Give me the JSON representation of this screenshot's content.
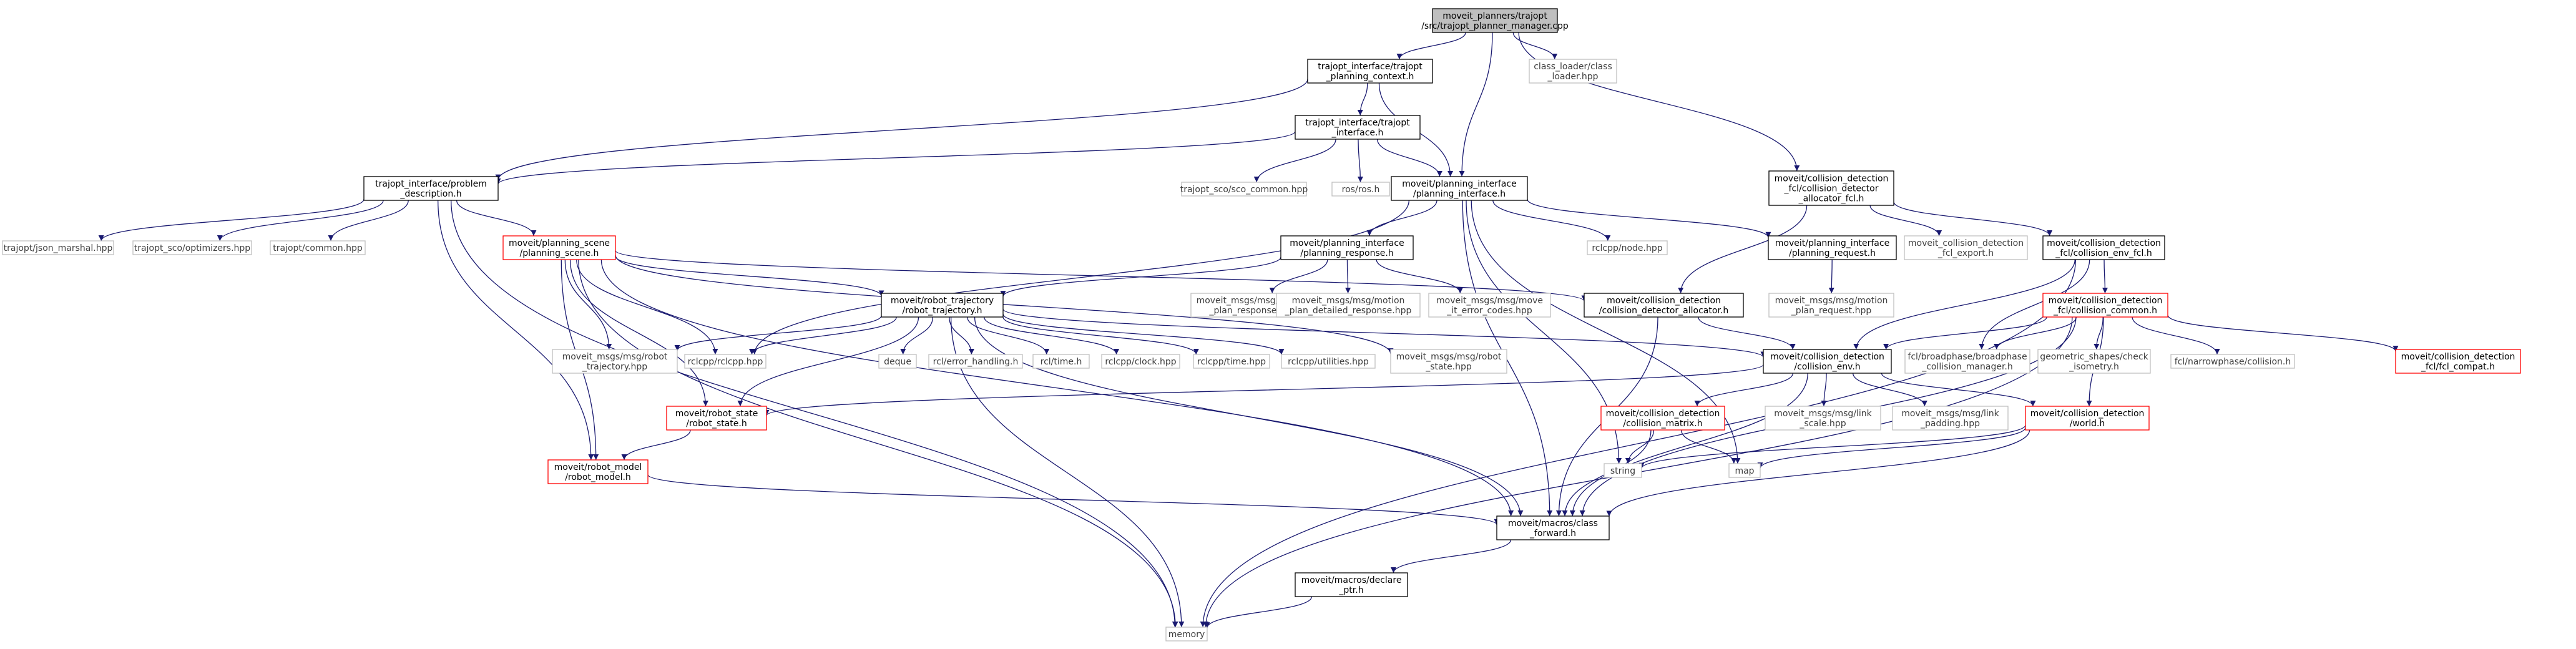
{
  "title": "moveit_planners/trajopt/src/trajopt_planner_manager.cpp",
  "colors": {
    "edge": "#191970",
    "root_fill": "#bfbfbf",
    "root_border": "#000000",
    "documented_border": "#000000",
    "external_border": "#bfbfbf",
    "external_text": "#404040",
    "truncated_border": "#ff0000",
    "text": "#000000",
    "background": "#ffffff"
  },
  "nodes": [
    {
      "id": "root",
      "kind": "root",
      "lines": [
        "moveit_planners/trajopt",
        "/src/trajopt_planner_manager.cpp"
      ]
    },
    {
      "id": "planning_context",
      "kind": "documented",
      "lines": [
        "trajopt_interface/trajopt",
        "_planning_context.h"
      ]
    },
    {
      "id": "class_loader",
      "kind": "external",
      "lines": [
        "class_loader/class",
        "_loader.hpp"
      ]
    },
    {
      "id": "trajopt_interface",
      "kind": "documented",
      "lines": [
        "trajopt_interface/trajopt",
        "_interface.h"
      ]
    },
    {
      "id": "problem_description",
      "kind": "documented",
      "lines": [
        "trajopt_interface/problem",
        "_description.h"
      ]
    },
    {
      "id": "sco_common",
      "kind": "external",
      "lines": [
        "trajopt_sco/sco_common.hpp"
      ]
    },
    {
      "id": "ros",
      "kind": "external",
      "lines": [
        "ros/ros.h"
      ]
    },
    {
      "id": "planning_interface",
      "kind": "documented",
      "lines": [
        "moveit/planning_interface",
        "/planning_interface.h"
      ]
    },
    {
      "id": "cd_allocator_fcl",
      "kind": "documented",
      "lines": [
        "moveit/collision_detection",
        "_fcl/collision_detector",
        "_allocator_fcl.h"
      ]
    },
    {
      "id": "json_marshal",
      "kind": "external",
      "lines": [
        "trajopt/json_marshal.hpp"
      ]
    },
    {
      "id": "optimizers",
      "kind": "external",
      "lines": [
        "trajopt_sco/optimizers.hpp"
      ]
    },
    {
      "id": "common",
      "kind": "external",
      "lines": [
        "trajopt/common.hpp"
      ]
    },
    {
      "id": "planning_scene",
      "kind": "truncated",
      "lines": [
        "moveit/planning_scene",
        "/planning_scene.h"
      ]
    },
    {
      "id": "planning_response",
      "kind": "documented",
      "lines": [
        "moveit/planning_interface",
        "/planning_response.h"
      ]
    },
    {
      "id": "rclcpp_node",
      "kind": "external",
      "lines": [
        "rclcpp/node.hpp"
      ]
    },
    {
      "id": "planning_request",
      "kind": "documented",
      "lines": [
        "moveit/planning_interface",
        "/planning_request.h"
      ]
    },
    {
      "id": "fcl_export",
      "kind": "external",
      "lines": [
        "moveit_collision_detection",
        "_fcl_export.h"
      ]
    },
    {
      "id": "collision_env_fcl",
      "kind": "documented",
      "lines": [
        "moveit/collision_detection",
        "_fcl/collision_env_fcl.h"
      ]
    },
    {
      "id": "robot_trajectory",
      "kind": "documented",
      "lines": [
        "moveit/robot_trajectory",
        "/robot_trajectory.h"
      ]
    },
    {
      "id": "motion_plan_response",
      "kind": "external",
      "lines": [
        "moveit_msgs/msg/motion",
        "_plan_response.hpp"
      ]
    },
    {
      "id": "motion_plan_detailed",
      "kind": "external",
      "lines": [
        "moveit_msgs/msg/motion",
        "_plan_detailed_response.hpp"
      ]
    },
    {
      "id": "move_it_error_codes",
      "kind": "external",
      "lines": [
        "moveit_msgs/msg/move",
        "_it_error_codes.hpp"
      ]
    },
    {
      "id": "cd_allocator",
      "kind": "documented",
      "lines": [
        "moveit/collision_detection",
        "/collision_detector_allocator.h"
      ]
    },
    {
      "id": "motion_plan_request",
      "kind": "external",
      "lines": [
        "moveit_msgs/msg/motion",
        "_plan_request.hpp"
      ]
    },
    {
      "id": "collision_common",
      "kind": "truncated",
      "lines": [
        "moveit/collision_detection",
        "_fcl/collision_common.h"
      ]
    },
    {
      "id": "msg_robot_trajectory",
      "kind": "external",
      "lines": [
        "moveit_msgs/msg/robot",
        "_trajectory.hpp"
      ]
    },
    {
      "id": "rclcpp",
      "kind": "external",
      "lines": [
        "rclcpp/rclcpp.hpp"
      ]
    },
    {
      "id": "deque",
      "kind": "external",
      "lines": [
        "deque"
      ]
    },
    {
      "id": "error_handling",
      "kind": "external",
      "lines": [
        "rcl/error_handling.h"
      ]
    },
    {
      "id": "rcl_time",
      "kind": "external",
      "lines": [
        "rcl/time.h"
      ]
    },
    {
      "id": "rclcpp_clock",
      "kind": "external",
      "lines": [
        "rclcpp/clock.hpp"
      ]
    },
    {
      "id": "rclcpp_time",
      "kind": "external",
      "lines": [
        "rclcpp/time.hpp"
      ]
    },
    {
      "id": "rclcpp_utilities",
      "kind": "external",
      "lines": [
        "rclcpp/utilities.hpp"
      ]
    },
    {
      "id": "msg_robot_state",
      "kind": "external",
      "lines": [
        "moveit_msgs/msg/robot",
        "_state.hpp"
      ]
    },
    {
      "id": "collision_env",
      "kind": "documented",
      "lines": [
        "moveit/collision_detection",
        "/collision_env.h"
      ]
    },
    {
      "id": "broadphase",
      "kind": "external",
      "lines": [
        "fcl/broadphase/broadphase",
        "_collision_manager.h"
      ]
    },
    {
      "id": "check_isometry",
      "kind": "external",
      "lines": [
        "geometric_shapes/check",
        "_isometry.h"
      ]
    },
    {
      "id": "narrowphase",
      "kind": "external",
      "lines": [
        "fcl/narrowphase/collision.h"
      ]
    },
    {
      "id": "fcl_compat",
      "kind": "truncated",
      "lines": [
        "moveit/collision_detection",
        "_fcl/fcl_compat.h"
      ]
    },
    {
      "id": "robot_state",
      "kind": "truncated",
      "lines": [
        "moveit/robot_state",
        "/robot_state.h"
      ]
    },
    {
      "id": "collision_matrix",
      "kind": "truncated",
      "lines": [
        "moveit/collision_detection",
        "/collision_matrix.h"
      ]
    },
    {
      "id": "link_scale",
      "kind": "external",
      "lines": [
        "moveit_msgs/msg/link",
        "_scale.hpp"
      ]
    },
    {
      "id": "link_padding",
      "kind": "external",
      "lines": [
        "moveit_msgs/msg/link",
        "_padding.hpp"
      ]
    },
    {
      "id": "world",
      "kind": "truncated",
      "lines": [
        "moveit/collision_detection",
        "/world.h"
      ]
    },
    {
      "id": "robot_model",
      "kind": "truncated",
      "lines": [
        "moveit/robot_model",
        "/robot_model.h"
      ]
    },
    {
      "id": "string",
      "kind": "external",
      "lines": [
        "string"
      ]
    },
    {
      "id": "map",
      "kind": "external",
      "lines": [
        "map"
      ]
    },
    {
      "id": "class_forward",
      "kind": "documented",
      "lines": [
        "moveit/macros/class",
        "_forward.h"
      ]
    },
    {
      "id": "declare_ptr",
      "kind": "documented",
      "lines": [
        "moveit/macros/declare",
        "_ptr.h"
      ]
    },
    {
      "id": "memory",
      "kind": "external",
      "lines": [
        "memory"
      ]
    }
  ],
  "edges": [
    [
      "root",
      "planning_context"
    ],
    [
      "root",
      "class_loader"
    ],
    [
      "root",
      "planning_interface"
    ],
    [
      "root",
      "cd_allocator_fcl"
    ],
    [
      "planning_context",
      "trajopt_interface"
    ],
    [
      "planning_context",
      "problem_description"
    ],
    [
      "planning_context",
      "planning_interface"
    ],
    [
      "trajopt_interface",
      "problem_description"
    ],
    [
      "trajopt_interface",
      "sco_common"
    ],
    [
      "trajopt_interface",
      "ros"
    ],
    [
      "trajopt_interface",
      "planning_interface"
    ],
    [
      "problem_description",
      "json_marshal"
    ],
    [
      "problem_description",
      "optimizers"
    ],
    [
      "problem_description",
      "common"
    ],
    [
      "problem_description",
      "planning_scene"
    ],
    [
      "problem_description",
      "robot_model"
    ],
    [
      "problem_description",
      "memory"
    ],
    [
      "planning_interface",
      "planning_request"
    ],
    [
      "planning_interface",
      "planning_response"
    ],
    [
      "planning_interface",
      "rclcpp_node"
    ],
    [
      "planning_interface",
      "rclcpp"
    ],
    [
      "planning_interface",
      "class_forward"
    ],
    [
      "planning_interface",
      "string"
    ],
    [
      "planning_interface",
      "map"
    ],
    [
      "cd_allocator_fcl",
      "cd_allocator"
    ],
    [
      "cd_allocator_fcl",
      "fcl_export"
    ],
    [
      "cd_allocator_fcl",
      "collision_env_fcl"
    ],
    [
      "planning_scene",
      "robot_trajectory"
    ],
    [
      "planning_scene",
      "robot_state"
    ],
    [
      "planning_scene",
      "robot_model"
    ],
    [
      "planning_scene",
      "cd_allocator"
    ],
    [
      "planning_scene",
      "msg_robot_trajectory"
    ],
    [
      "planning_scene",
      "rclcpp"
    ],
    [
      "planning_scene",
      "class_forward"
    ],
    [
      "planning_scene",
      "memory"
    ],
    [
      "planning_scene",
      "msg_robot_state"
    ],
    [
      "planning_response",
      "robot_trajectory"
    ],
    [
      "planning_response",
      "motion_plan_response"
    ],
    [
      "planning_response",
      "motion_plan_detailed"
    ],
    [
      "planning_response",
      "move_it_error_codes"
    ],
    [
      "planning_request",
      "motion_plan_request"
    ],
    [
      "collision_env_fcl",
      "collision_common"
    ],
    [
      "collision_env_fcl",
      "collision_env"
    ],
    [
      "collision_env_fcl",
      "broadphase"
    ],
    [
      "collision_env_fcl",
      "memory"
    ],
    [
      "robot_trajectory",
      "msg_robot_trajectory"
    ],
    [
      "robot_trajectory",
      "rclcpp"
    ],
    [
      "robot_trajectory",
      "deque"
    ],
    [
      "robot_trajectory",
      "error_handling"
    ],
    [
      "robot_trajectory",
      "rcl_time"
    ],
    [
      "robot_trajectory",
      "rclcpp_clock"
    ],
    [
      "robot_trajectory",
      "rclcpp_time"
    ],
    [
      "robot_trajectory",
      "rclcpp_utilities"
    ],
    [
      "robot_trajectory",
      "robot_state"
    ],
    [
      "robot_trajectory",
      "class_forward"
    ],
    [
      "robot_trajectory",
      "memory"
    ],
    [
      "robot_trajectory",
      "collision_env"
    ],
    [
      "cd_allocator",
      "collision_env"
    ],
    [
      "cd_allocator",
      "class_forward"
    ],
    [
      "collision_common",
      "collision_env"
    ],
    [
      "collision_common",
      "world"
    ],
    [
      "collision_common",
      "broadphase"
    ],
    [
      "collision_common",
      "check_isometry"
    ],
    [
      "collision_common",
      "narrowphase"
    ],
    [
      "collision_common",
      "fcl_compat"
    ],
    [
      "collision_common",
      "class_forward"
    ],
    [
      "collision_common",
      "memory"
    ],
    [
      "collision_env",
      "collision_matrix"
    ],
    [
      "collision_env",
      "link_scale"
    ],
    [
      "collision_env",
      "link_padding"
    ],
    [
      "collision_env",
      "world"
    ],
    [
      "collision_env",
      "robot_state"
    ],
    [
      "collision_env",
      "class_forward"
    ],
    [
      "robot_state",
      "robot_model"
    ],
    [
      "collision_matrix",
      "string"
    ],
    [
      "collision_matrix",
      "map"
    ],
    [
      "collision_matrix",
      "class_forward"
    ],
    [
      "world",
      "string"
    ],
    [
      "world",
      "map"
    ],
    [
      "world",
      "class_forward"
    ],
    [
      "robot_model",
      "class_forward"
    ],
    [
      "class_forward",
      "declare_ptr"
    ],
    [
      "declare_ptr",
      "memory"
    ]
  ]
}
